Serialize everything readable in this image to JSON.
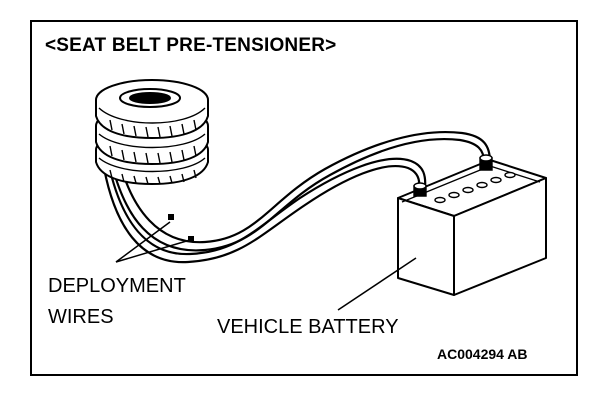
{
  "title": "<SEAT BELT PRE-TENSIONER>",
  "labels": {
    "deployment_line1": "DEPLOYMENT",
    "deployment_line2": "WIRES",
    "vehicle_battery": "VEHICLE BATTERY"
  },
  "figure_code": "AC004294 AB",
  "colors": {
    "ink": "#000000",
    "background": "#ffffff"
  }
}
